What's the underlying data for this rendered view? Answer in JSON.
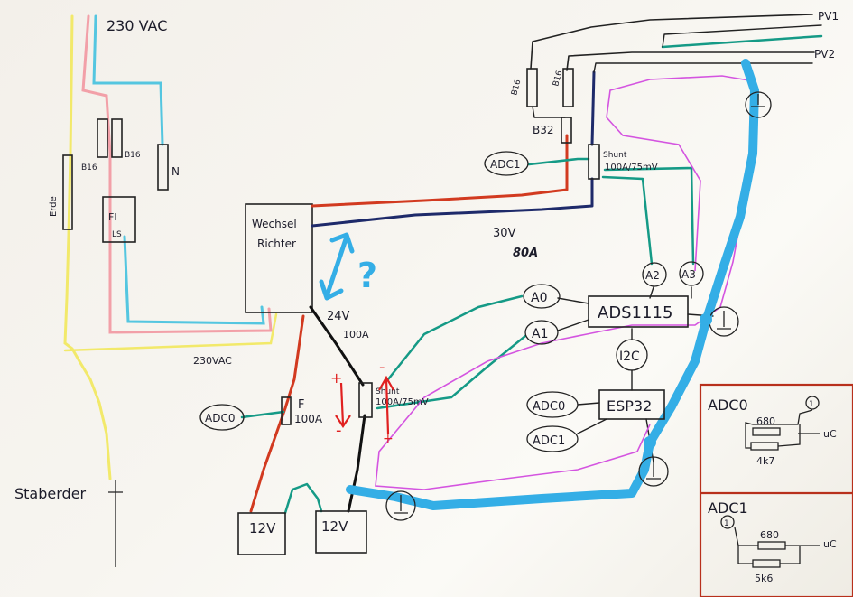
{
  "mains": {
    "top_label": "230 VAC",
    "bottom_label": "230VAC",
    "erde_label": "Erde",
    "breaker_1": "B16",
    "breaker_2": "B16",
    "neutral": "N",
    "fi_line1": "FI",
    "fi_line2": "LS",
    "ground_rod": "Staberder"
  },
  "inverter": {
    "line1": "Wechsel",
    "line2": "Richter",
    "question": "?"
  },
  "pv": {
    "pv1": "PV1",
    "pv2": "PV2",
    "breaker_a": "B16",
    "breaker_b": "B16",
    "breaker_main": "B32"
  },
  "bus_30v": {
    "voltage": "30V",
    "current": "80A"
  },
  "bus_24v": {
    "voltage": "24V",
    "current": "100A"
  },
  "shunt_top": {
    "line1": "Shunt",
    "line2": "100A/75mV"
  },
  "shunt_bottom": {
    "line1": "Shunt",
    "line2": "100A/75mV"
  },
  "fuse": {
    "line1": "F",
    "line2": "100A"
  },
  "batteries": {
    "battery_1": "12V",
    "battery_2": "12V"
  },
  "adc_labels": {
    "top": "ADC1",
    "fuse": "ADC0",
    "esp_in_0": "ADC0",
    "esp_in_1": "ADC1"
  },
  "ads": {
    "chip": "ADS1115",
    "a0": "A0",
    "a1": "A1",
    "a2": "A2",
    "a3": "A3"
  },
  "i2c": "I2C",
  "esp32": "ESP32",
  "polarity": {
    "plus_left": "+",
    "minus_left": "-",
    "minus_right": "-",
    "plus_right": "+"
  },
  "inset_adc0": {
    "title": "ADC0",
    "r1": "680",
    "r2": "4k7",
    "out": "uC",
    "node": "1"
  },
  "inset_adc1": {
    "title": "ADC1",
    "r1": "680",
    "r2": "5k6",
    "out": "uC",
    "node": "1"
  },
  "colors": {
    "yellow_wire": "#f2e96a",
    "pink_wire": "#f2a0a8",
    "cyan_wire": "#54c6e0",
    "red_wire": "#d23a20",
    "navy_wire": "#1e2a6a",
    "teal_wire": "#159a86",
    "magenta_wire": "#d454e0",
    "blue_ground": "#34aee6",
    "black_wire": "#111111"
  }
}
